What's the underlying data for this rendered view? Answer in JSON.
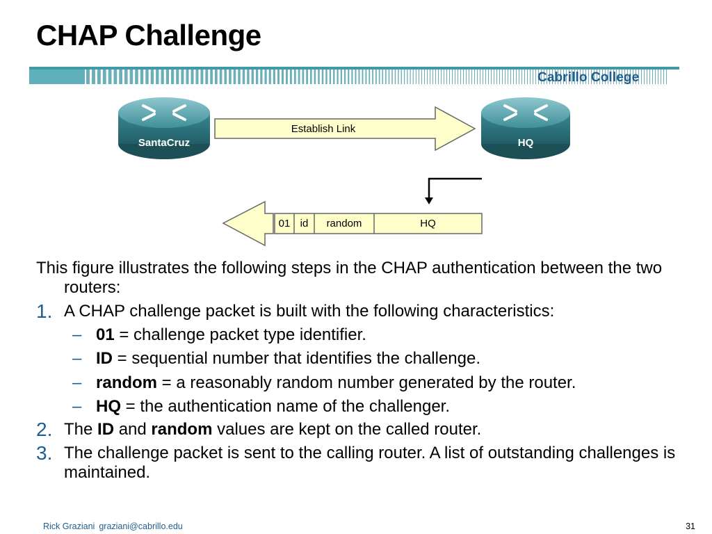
{
  "slide": {
    "title": "CHAP Challenge",
    "brand": "Cabrillo College"
  },
  "diagram": {
    "router_left": "SantaCruz",
    "router_right": "HQ",
    "establish_link": "Establish Link",
    "packet": [
      "01",
      "id",
      "random",
      "HQ"
    ]
  },
  "content": {
    "intro": "This figure illustrates the following steps in the CHAP authentication between the two routers:",
    "step1": {
      "number": "1.",
      "text": "A CHAP challenge packet is built with the following characteristics:",
      "subitems": [
        {
          "dash": "–",
          "term": "01",
          "desc": " = challenge packet type identifier."
        },
        {
          "dash": "–",
          "term": "ID",
          "desc": " = sequential number that identifies the challenge."
        },
        {
          "dash": "–",
          "term": "random",
          "desc": " = a reasonably random number generated by the router."
        },
        {
          "dash": "–",
          "term": "HQ",
          "desc": " = the authentication name of the challenger."
        }
      ]
    },
    "step2": {
      "number": "2.",
      "t1": "The ",
      "b1": "ID",
      "t2": " and ",
      "b2": "random",
      "t3": " values are kept on the called router."
    },
    "step3": {
      "number": "3.",
      "text": "The challenge packet is sent to the calling router. A list of outstanding challenges is maintained."
    }
  },
  "footer": {
    "author": "Rick Graziani",
    "email": "graziani@cabrillo.edu",
    "page": "31"
  },
  "colors": {
    "accent": "#1f5c8f",
    "teal_bar": "#3f9aa6",
    "arrow_fill": "#ffffcc",
    "router_body": "#2f7f8a"
  }
}
